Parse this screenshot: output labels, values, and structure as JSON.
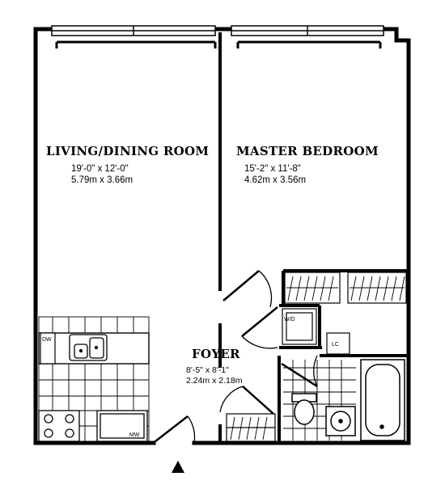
{
  "rooms": {
    "living": {
      "name": "LIVING/DINING ROOM",
      "dim_imperial": "19'-0\" x 12'-0\"",
      "dim_metric": "5.79m x 3.66m"
    },
    "bedroom": {
      "name": "MASTER BEDROOM",
      "dim_imperial": "15'-2\" x 11'-8\"",
      "dim_metric": "4.62m x 3.56m"
    },
    "foyer": {
      "name": "FOYER",
      "dim_imperial": "8'-5\" x 8'-1\"",
      "dim_metric": "2.24m x 2.18m"
    }
  },
  "fixtures": {
    "dishwasher": "DW",
    "washer_dryer": "W/D",
    "linen_closet": "LC",
    "microwave": "MW"
  },
  "icons": {
    "entrance": "triangle-up-icon"
  }
}
